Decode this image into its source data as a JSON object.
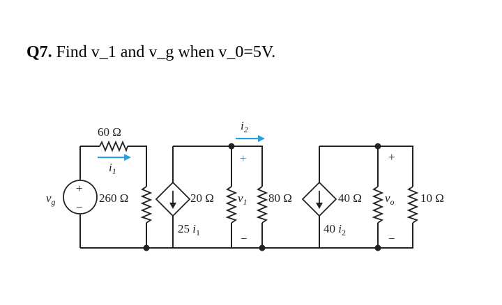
{
  "question": {
    "number": "Q7.",
    "text": "Find v_1 and v_g when v_0=5V."
  },
  "circuit": {
    "source_label": "v",
    "source_sub": "g",
    "source_plus": "+",
    "source_minus": "−",
    "r60": "60 Ω",
    "r260": "260 Ω",
    "r20": "20 Ω",
    "r80": "80 Ω",
    "r40": "40 Ω",
    "r10": "10 Ω",
    "i1": "i",
    "i1_sub": "1",
    "i2": "i",
    "i2_sub": "2",
    "dep1_coef": "25 ",
    "dep1_var": "i",
    "dep1_sub": "1",
    "dep2_coef": "40 ",
    "dep2_var": "i",
    "dep2_sub": "2",
    "v1": "v",
    "v1_sub": "1",
    "vo": "v",
    "vo_sub": "o",
    "v1_plus": "+",
    "v1_minus": "−",
    "vo_plus": "+",
    "vo_minus": "−",
    "colors": {
      "wire": "#222222",
      "arrow": "#2a9fd8"
    }
  }
}
